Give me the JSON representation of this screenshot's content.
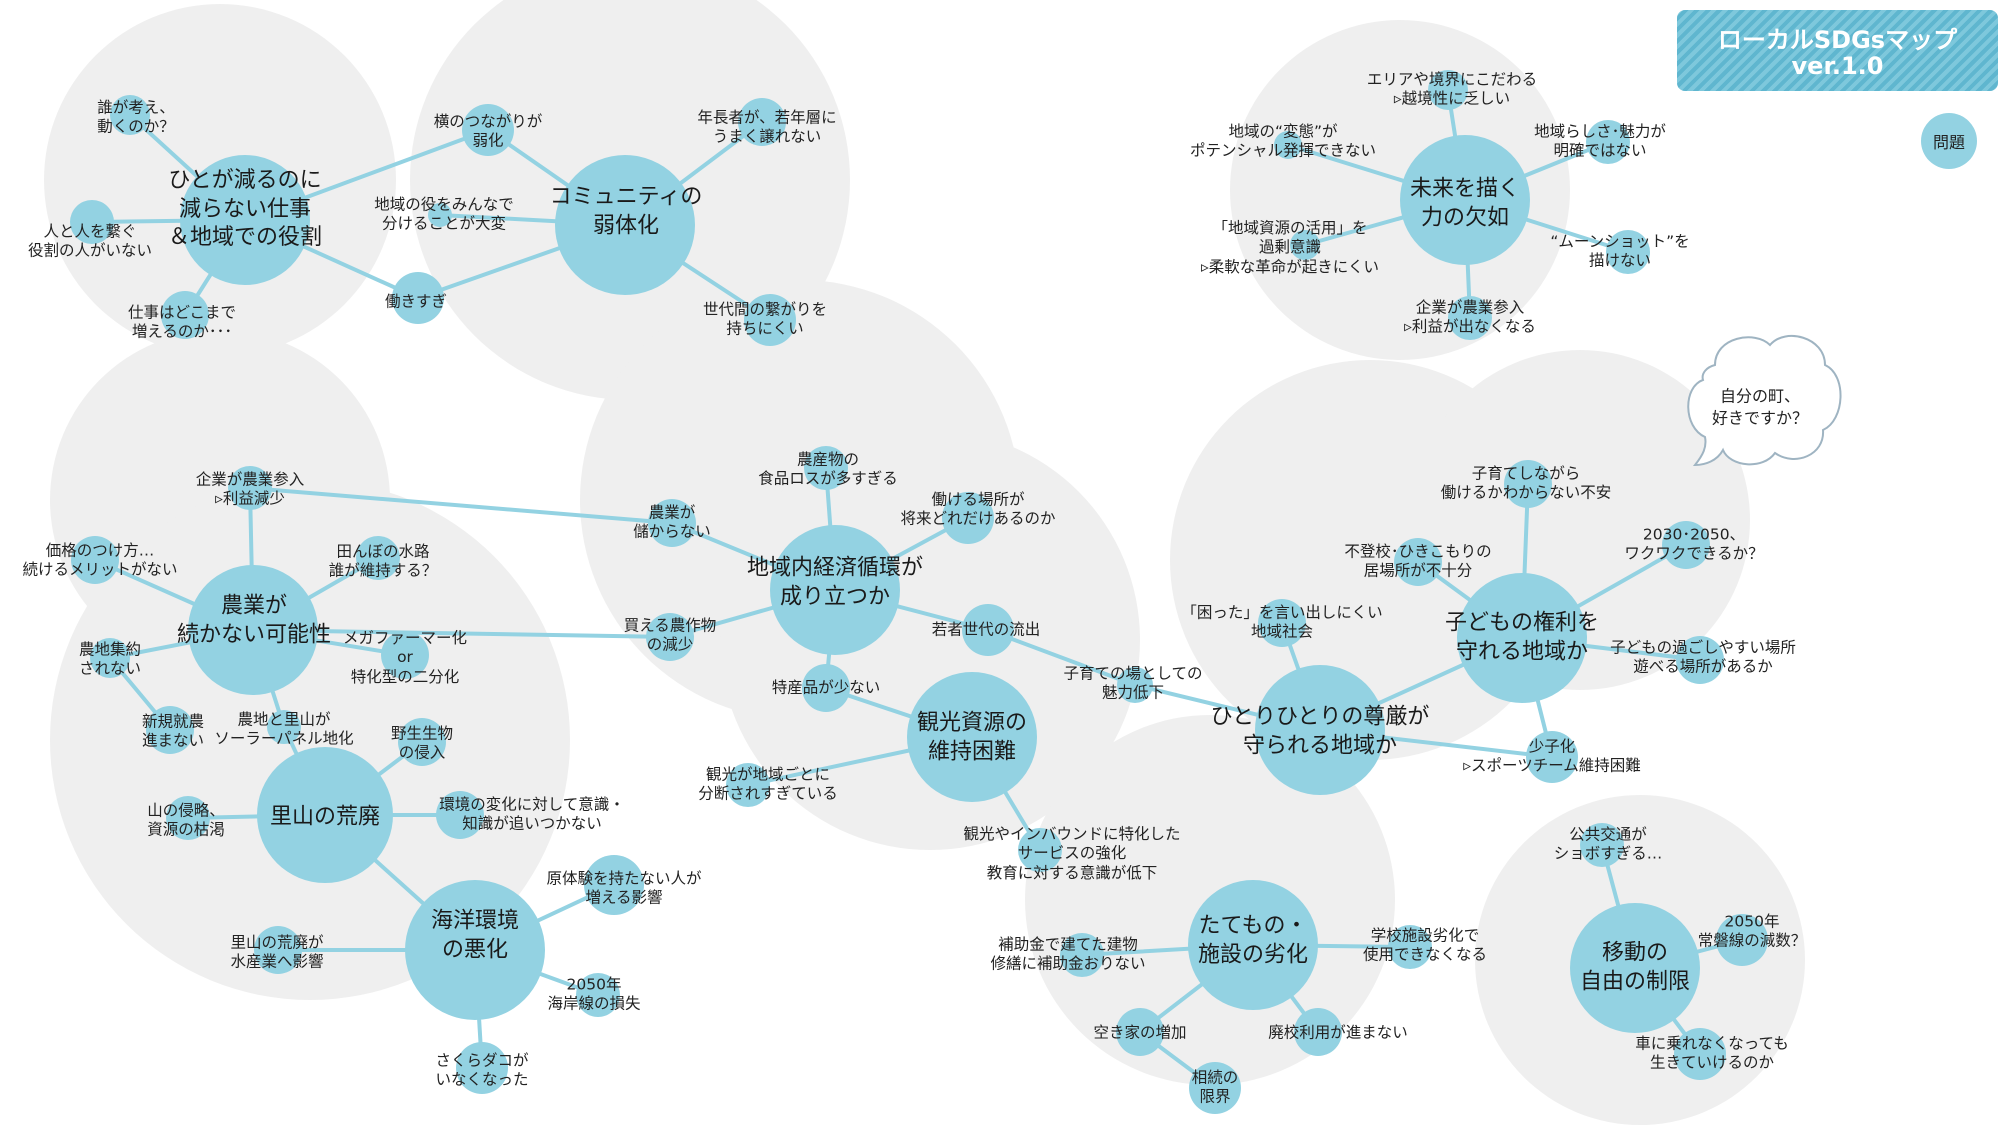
{
  "title": {
    "line1": "ローカルSDGsマップ",
    "line2": "ver.1.0"
  },
  "legend": {
    "label": "問題"
  },
  "speech_bubble": {
    "text": "自分の町、\n好きですか？"
  },
  "colors": {
    "node": "#93d2e2",
    "edge": "#93d2e2",
    "cluster_bg": "#efefef",
    "title_bg": "#6cc0d6",
    "title_text": "#ffffff",
    "text": "#222222"
  },
  "diagram": {
    "nodes": [
      {
        "id": "hito",
        "label": "ひとが減るのに\n減らない仕事\n＆地域での役割",
        "main": true
      },
      {
        "id": "dareka",
        "label": "誰が考え、\n動くのか？"
      },
      {
        "id": "hitoto",
        "label": "人と人を繋ぐ\n役割の人がいない"
      },
      {
        "id": "shigoto",
        "label": "仕事はどこまで\n増えるのか･･･"
      },
      {
        "id": "yoko",
        "label": "横のつながりが\n弱化"
      },
      {
        "id": "yaku",
        "label": "地域の役をみんなで\n分けることが大変"
      },
      {
        "id": "hataraki",
        "label": "働きすぎ"
      },
      {
        "id": "comm",
        "label": "コミュニティの\n弱体化",
        "main": true
      },
      {
        "id": "nencho",
        "label": "年長者が、若年層に\nうまく譲れない"
      },
      {
        "id": "sedai",
        "label": "世代間の繋がりを\n持ちにくい"
      },
      {
        "id": "mirai",
        "label": "未来を描く\n力の欠如",
        "main": true
      },
      {
        "id": "area",
        "label": "エリアや境界にこだわる\n▹越境性に乏しい"
      },
      {
        "id": "henta",
        "label": "地域の“変態”が\nポテンシャル発揮できない"
      },
      {
        "id": "rashisa",
        "label": "地域らしさ･魅力が\n明確ではない"
      },
      {
        "id": "shigen",
        "label": "「地域資源の活用」を\n過剰意識\n▹柔軟な革命が起きにくい"
      },
      {
        "id": "moon",
        "label": "“ムーンショット”を\n描けない"
      },
      {
        "id": "kigyo2",
        "label": "企業が農業参入\n▹利益が出なくなる"
      },
      {
        "id": "nogyo",
        "label": "農業が\n続かない可能性",
        "main": true
      },
      {
        "id": "kigyo1",
        "label": "企業が農業参入\n▹利益減少"
      },
      {
        "id": "kakaku",
        "label": "価格のつけ方…\n続けるメリットがない"
      },
      {
        "id": "tanbo",
        "label": "田んぼの水路\n誰が維持する？"
      },
      {
        "id": "shuyaku",
        "label": "農地集約\nされない"
      },
      {
        "id": "mega",
        "label": "メガファーマー化\nor\n特化型の二分化"
      },
      {
        "id": "shinki",
        "label": "新規就農\n進まない"
      },
      {
        "id": "solar",
        "label": "農地と里山が\nソーラーパネル地化"
      },
      {
        "id": "satoyama",
        "label": "里山の荒廃",
        "main": true
      },
      {
        "id": "yasei",
        "label": "野生生物\nの侵入"
      },
      {
        "id": "yama",
        "label": "山の侵略、\n資源の枯渇"
      },
      {
        "id": "kankyo",
        "label": "環境の変化に対して意識・\n知識が追いつかない"
      },
      {
        "id": "kaiyo",
        "label": "海洋環境\nの悪化",
        "main": true
      },
      {
        "id": "gentaiken",
        "label": "原体験を持たない人が\n増える影響"
      },
      {
        "id": "suisan",
        "label": "里山の荒廃が\n水産業へ影響"
      },
      {
        "id": "kaigan",
        "label": "2050年\n海岸線の損失"
      },
      {
        "id": "sakura",
        "label": "さくらダコが\nいなくなった"
      },
      {
        "id": "keizai",
        "label": "地域内経済循環が\n成り立つか",
        "main": true
      },
      {
        "id": "shokuhin",
        "label": "農産物の\n食品ロスが多すぎる"
      },
      {
        "id": "hatarakeru",
        "label": "働ける場所が\n将来どれだけあるのか"
      },
      {
        "id": "moukara",
        "label": "農業が\n儲からない"
      },
      {
        "id": "kaeru",
        "label": "買える農作物\nの減少"
      },
      {
        "id": "wakamono",
        "label": "若者世代の流出"
      },
      {
        "id": "tokusan",
        "label": "特産品が少ない"
      },
      {
        "id": "kanko",
        "label": "観光資源の\n維持困難",
        "main": true
      },
      {
        "id": "bundan",
        "label": "観光が地域ごとに\n分断されすぎている"
      },
      {
        "id": "inbound",
        "label": "観光やインバウンドに特化した\nサービスの強化\n教育に対する意識が低下"
      },
      {
        "id": "kosodate_ba",
        "label": "子育ての場としての\n魅力低下"
      },
      {
        "id": "songen",
        "label": "ひとりひとりの尊厳が\n守られる地域か",
        "main": true
      },
      {
        "id": "komatta",
        "label": "「困った」を言い出しにくい\n地域社会"
      },
      {
        "id": "kodomo",
        "label": "子どもの権利を\n守れる地域か",
        "main": true
      },
      {
        "id": "kosodate_nagara",
        "label": "子育てしながら\n働けるかわからない不安"
      },
      {
        "id": "futoko",
        "label": "不登校･ひきこもりの\n居場所が不十分"
      },
      {
        "id": "y2030",
        "label": "2030･2050、\nワクワクできるか？"
      },
      {
        "id": "sugoshi",
        "label": "子どもの過ごしやすい場所\n遊べる場所があるか"
      },
      {
        "id": "shoshi",
        "label": "少子化\n▹スポーツチーム維持困難"
      },
      {
        "id": "tatemono",
        "label": "たてもの・\n施設の劣化",
        "main": true
      },
      {
        "id": "hojo",
        "label": "補助金で建てた建物\n修繕に補助金おりない"
      },
      {
        "id": "gakko",
        "label": "学校施設劣化で\n使用できなくなる"
      },
      {
        "id": "akiya",
        "label": "空き家の増加"
      },
      {
        "id": "haiko",
        "label": "廃校利用が進まない"
      },
      {
        "id": "sozoku",
        "label": "相続の\n限界"
      },
      {
        "id": "ido",
        "label": "移動の\n自由の制限",
        "main": true
      },
      {
        "id": "kokyo",
        "label": "公共交通が\nショボすぎる…"
      },
      {
        "id": "joban",
        "label": "2050年\n常磐線の減数？"
      },
      {
        "id": "kuruma",
        "label": "車に乗れなくなっても\n生きていけるのか"
      }
    ],
    "edges": [
      [
        "hito",
        "dareka"
      ],
      [
        "hito",
        "hitoto"
      ],
      [
        "hito",
        "shigoto"
      ],
      [
        "hito",
        "yoko"
      ],
      [
        "hito",
        "hataraki"
      ],
      [
        "yoko",
        "comm"
      ],
      [
        "yaku",
        "comm"
      ],
      [
        "hataraki",
        "comm"
      ],
      [
        "comm",
        "nencho"
      ],
      [
        "comm",
        "sedai"
      ],
      [
        "mirai",
        "area"
      ],
      [
        "mirai",
        "henta"
      ],
      [
        "mirai",
        "rashisa"
      ],
      [
        "mirai",
        "shigen"
      ],
      [
        "mirai",
        "moon"
      ],
      [
        "mirai",
        "kigyo2"
      ],
      [
        "nogyo",
        "kigyo1"
      ],
      [
        "nogyo",
        "kakaku"
      ],
      [
        "nogyo",
        "tanbo"
      ],
      [
        "nogyo",
        "shuyaku"
      ],
      [
        "nogyo",
        "mega"
      ],
      [
        "nogyo",
        "solar"
      ],
      [
        "shuyaku",
        "shinki"
      ],
      [
        "kigyo1",
        "moukara"
      ],
      [
        "nogyo",
        "kaeru"
      ],
      [
        "solar",
        "satoyama"
      ],
      [
        "satoyama",
        "yasei"
      ],
      [
        "satoyama",
        "yama"
      ],
      [
        "satoyama",
        "kankyo"
      ],
      [
        "satoyama",
        "kaiyo"
      ],
      [
        "kaiyo",
        "gentaiken"
      ],
      [
        "kaiyo",
        "suisan"
      ],
      [
        "kaiyo",
        "kaigan"
      ],
      [
        "kaiyo",
        "sakura"
      ],
      [
        "keizai",
        "shokuhin"
      ],
      [
        "keizai",
        "hatarakeru"
      ],
      [
        "keizai",
        "moukara"
      ],
      [
        "keizai",
        "kaeru"
      ],
      [
        "keizai",
        "wakamono"
      ],
      [
        "keizai",
        "tokusan"
      ],
      [
        "tokusan",
        "kanko"
      ],
      [
        "kanko",
        "bundan"
      ],
      [
        "kanko",
        "inbound"
      ],
      [
        "wakamono",
        "kosodate_ba"
      ],
      [
        "kosodate_ba",
        "songen"
      ],
      [
        "songen",
        "komatta"
      ],
      [
        "songen",
        "kodomo"
      ],
      [
        "songen",
        "shoshi"
      ],
      [
        "kodomo",
        "kosodate_nagara"
      ],
      [
        "kodomo",
        "futoko"
      ],
      [
        "kodomo",
        "y2030"
      ],
      [
        "kodomo",
        "sugoshi"
      ],
      [
        "kodomo",
        "shoshi"
      ],
      [
        "tatemono",
        "hojo"
      ],
      [
        "tatemono",
        "gakko"
      ],
      [
        "tatemono",
        "akiya"
      ],
      [
        "tatemono",
        "haiko"
      ],
      [
        "akiya",
        "sozoku"
      ],
      [
        "ido",
        "kokyo"
      ],
      [
        "ido",
        "joban"
      ],
      [
        "ido",
        "kuruma"
      ]
    ]
  }
}
